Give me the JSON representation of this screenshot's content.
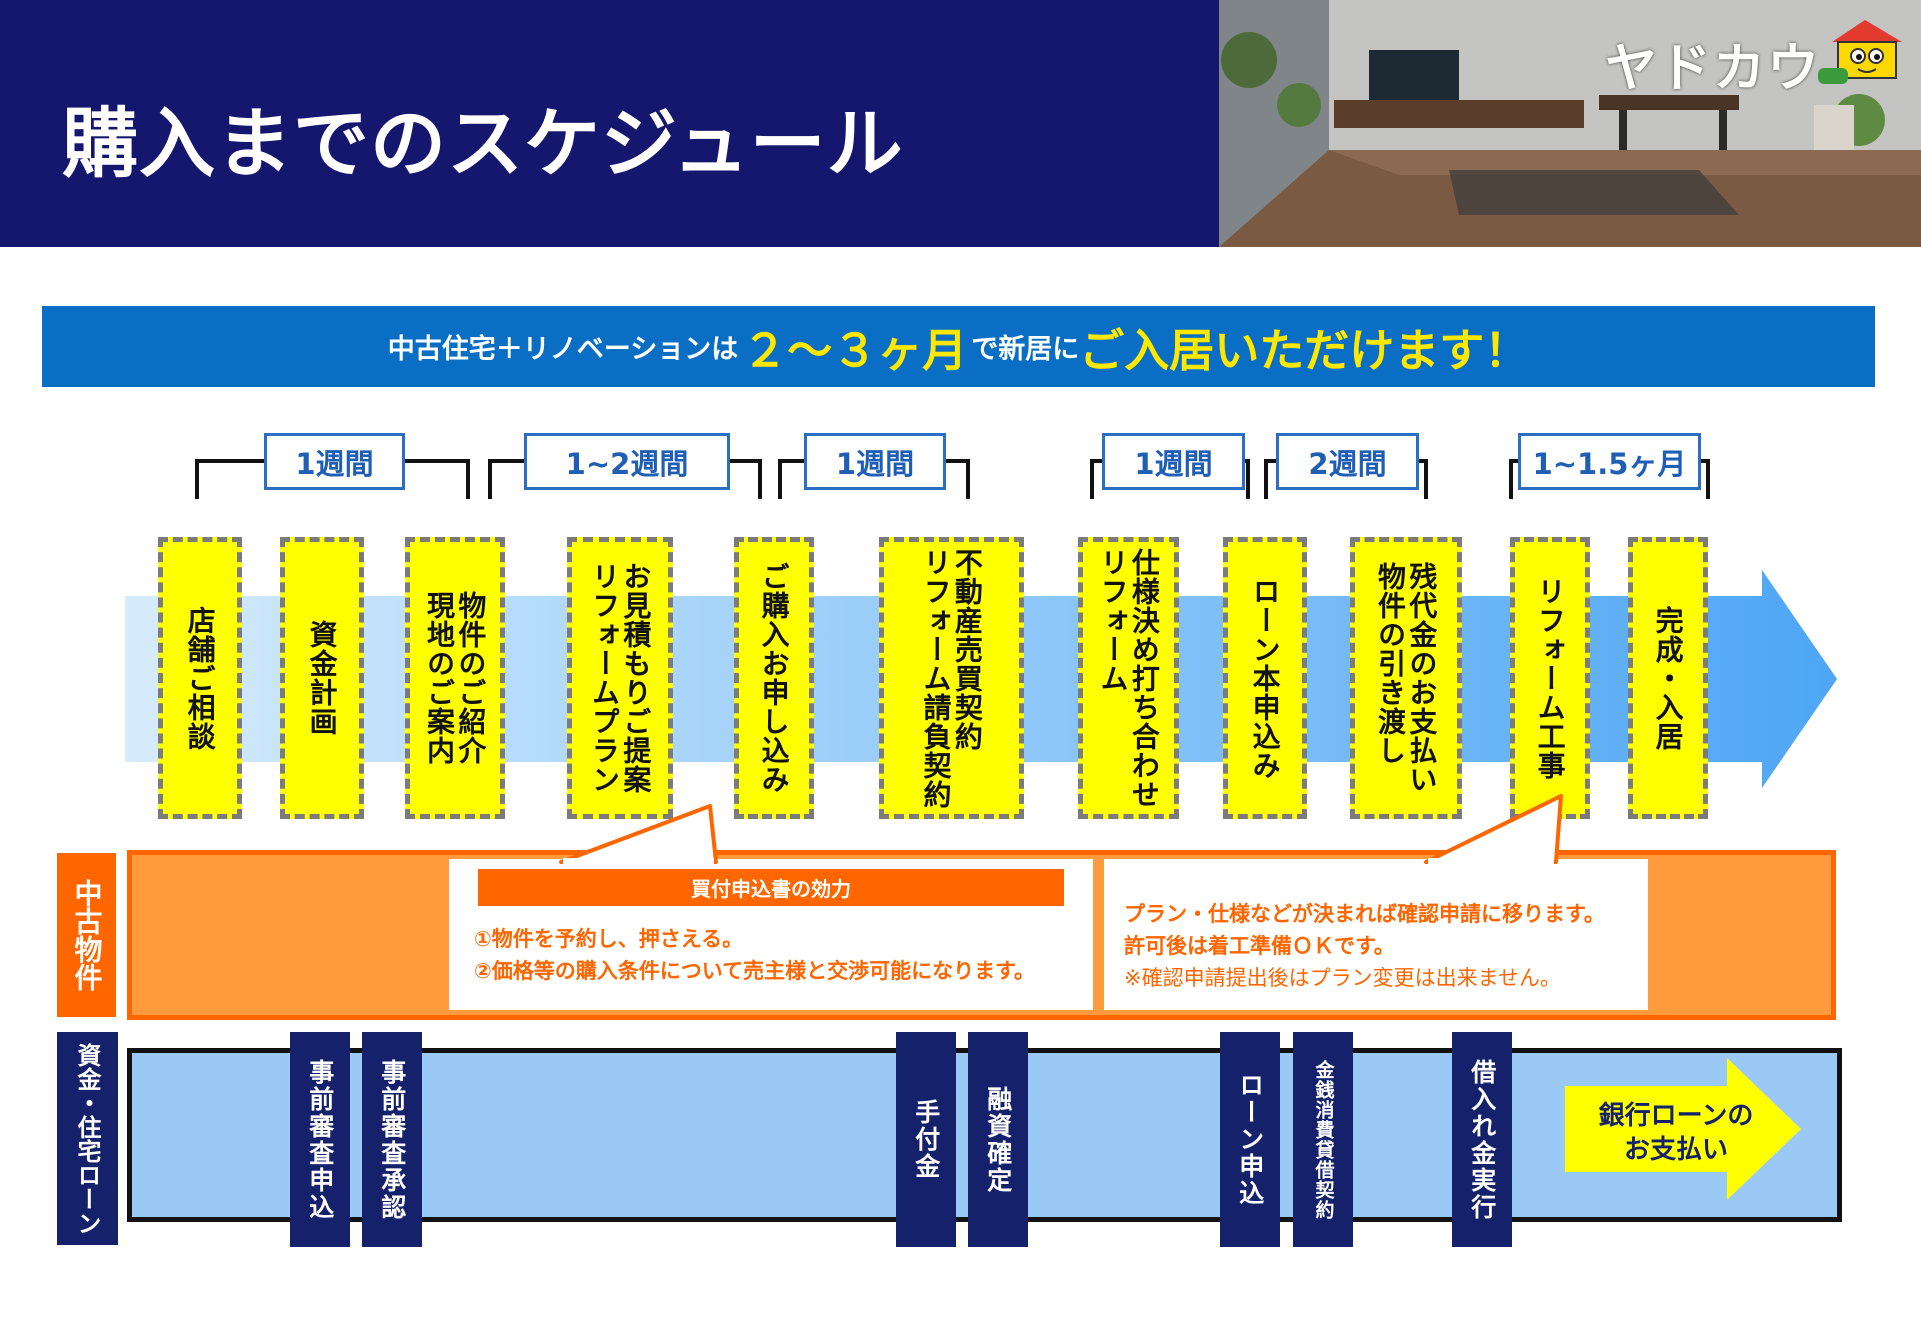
{
  "header": {
    "title": "購入までのスケジュール",
    "brand": "ヤドカウ"
  },
  "banner": {
    "part1": "中古住宅＋リノベーションは",
    "highlight": "２～３ヶ月",
    "part2": "で新居に",
    "emphasis": "ご入居いただけます！"
  },
  "durations": [
    "1週間",
    "1~2週間",
    "1週間",
    "1週間",
    "2週間",
    "1~1.5ヶ月"
  ],
  "steps": [
    "店舗ご相談",
    "資金計画",
    "物件のご紹介\n現地のご案内",
    "お見積もりご提案\nリフォームプラン",
    "ご購入お申し込み",
    "不動産売買契約\nリフォーム請負契約",
    "仕様決め打ち合わせ\nリフォーム",
    "ローン本申込み",
    "残代金のお支払い\n物件の引き渡し",
    "リフォーム工事",
    "完成・入居"
  ],
  "used_property": {
    "label": "中古物件",
    "callout1": {
      "heading": "買付申込書の効力",
      "line1": "①物件を予約し、押さえる。",
      "line2": "②価格等の購入条件について売主様と交渉可能になります。"
    },
    "callout2": {
      "line1": "プラン・仕様などが決まれば確認申請に移ります。",
      "line2": "許可後は着工準備ＯＫです。",
      "note": "※確認申請提出後はプラン変更は出来ません。"
    }
  },
  "loan": {
    "label": "資金・住宅ローン",
    "items": [
      "事前審査申込",
      "事前審査承認",
      "手付金",
      "融資確定",
      "ローン申込",
      "金銭消費貸借契約",
      "借入れ金実行"
    ],
    "final": {
      "line1": "銀行ローンの",
      "line2": "お支払い"
    }
  },
  "colors": {
    "navy": "#15166d",
    "blue": "#0a6fc4",
    "yellow": "#ffff00",
    "orange": "#ff6600",
    "light_orange": "#ff9b3d",
    "light_blue": "#9ac9f5"
  }
}
